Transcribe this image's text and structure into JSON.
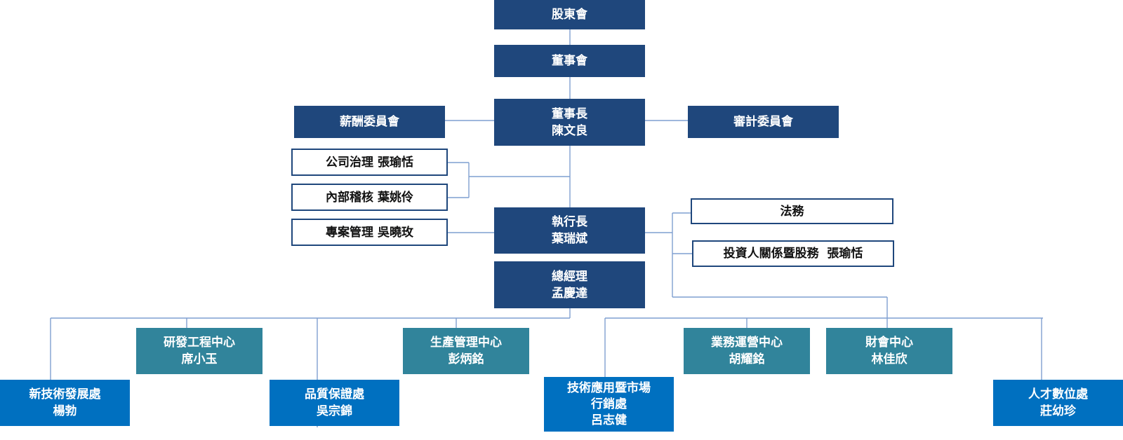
{
  "colors": {
    "navy": "#1f477c",
    "teal": "#31849b",
    "blue": "#0070c0",
    "connector": "#7f9fd0"
  },
  "nodes": {
    "shareholders": {
      "line1": "股東會"
    },
    "board": {
      "line1": "董事會"
    },
    "chairman": {
      "line1": "董事長",
      "line2": "陳文良"
    },
    "compensation_committee": {
      "line1": "薪酬委員會"
    },
    "audit_committee": {
      "line1": "審計委員會"
    },
    "corporate_governance": {
      "line1": "公司治理 張瑜恬"
    },
    "internal_audit": {
      "line1": "內部稽核 葉姚伶"
    },
    "project_management": {
      "line1": "專案管理 吳曉玫"
    },
    "ceo": {
      "line1": "執行長",
      "line2": "葉瑞斌"
    },
    "legal": {
      "line1": "法務"
    },
    "investor_relations": {
      "line1": "投資人關係暨股務  張瑜恬"
    },
    "general_manager": {
      "line1": "總經理",
      "line2": "孟慶達"
    },
    "rd_center": {
      "line1": "研發工程中心",
      "line2": "席小玉"
    },
    "production_center": {
      "line1": "生產管理中心",
      "line2": "彭炳銘"
    },
    "business_center": {
      "line1": "業務運營中心",
      "line2": "胡耀銘"
    },
    "finance_center": {
      "line1": "財會中心",
      "line2": "林佳欣"
    },
    "new_tech_division": {
      "line1": "新技術發展處",
      "line2": "楊勃"
    },
    "quality_division": {
      "line1": "品質保證處",
      "line2": "吳宗錦"
    },
    "tech_marketing_division": {
      "line1": "技術應用暨市場",
      "line2": "行銷處",
      "line3": "呂志健"
    },
    "talent_digital_division": {
      "line1": "人才數位處",
      "line2": "莊幼珍"
    }
  }
}
